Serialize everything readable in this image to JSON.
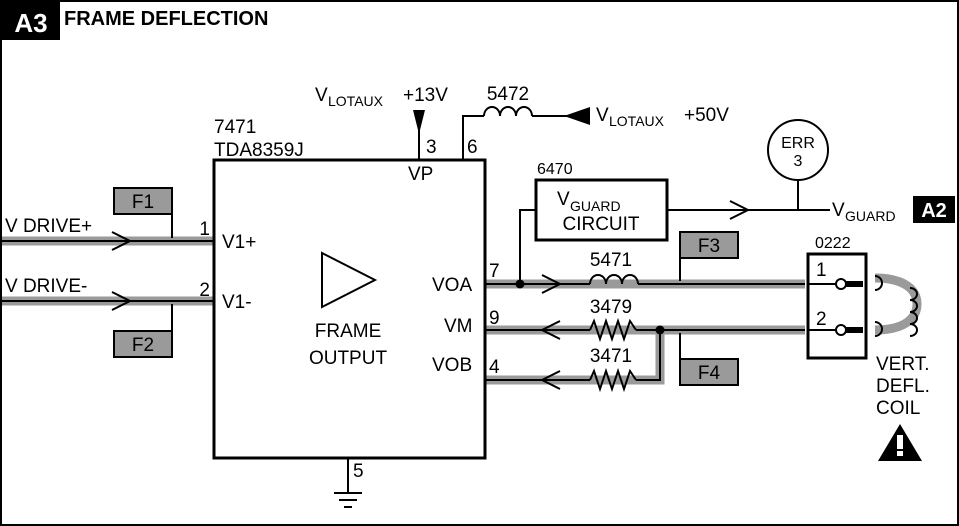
{
  "header": {
    "section_badge": "A3",
    "title": "FRAME DEFLECTION"
  },
  "ic": {
    "ref": "7471",
    "part": "TDA8359J",
    "function_line1": "FRAME",
    "function_line2": "OUTPUT",
    "pins": {
      "v1plus": {
        "num": "1",
        "name": "V1+"
      },
      "v1minus": {
        "num": "2",
        "name": "V1-"
      },
      "vp": {
        "num": "3",
        "name": "VP"
      },
      "pin6": {
        "num": "6"
      },
      "voa": {
        "num": "7",
        "name": "VOA"
      },
      "vm": {
        "num": "9",
        "name": "VM"
      },
      "vob": {
        "num": "4",
        "name": "VOB"
      },
      "gnd": {
        "num": "5"
      }
    }
  },
  "inputs": {
    "v_drive_plus": "V DRIVE+",
    "v_drive_minus": "V DRIVE-"
  },
  "supplies": {
    "lotaux13": {
      "v": "V",
      "sub": "LOTAUX",
      "value": "+13V"
    },
    "lotaux50": {
      "v": "V",
      "sub": "LOTAUX",
      "value": "+50V"
    }
  },
  "components": {
    "coil_5472": "5472",
    "coil_5471": "5471",
    "res_3479": "3479",
    "res_3471": "3471",
    "vguard_block": {
      "ref": "6470",
      "v": "V",
      "sub": "GUARD",
      "line2": "CIRCUIT"
    },
    "connector": {
      "ref": "0222",
      "pin1": "1",
      "pin2": "2"
    }
  },
  "outputs": {
    "vguard": {
      "v": "V",
      "sub": "GUARD",
      "badge": "A2"
    },
    "err": {
      "line1": "ERR",
      "line2": "3"
    },
    "coil_line1": "VERT.",
    "coil_line2": "DEFL.",
    "coil_line3": "COIL"
  },
  "flags": {
    "f1": "F1",
    "f2": "F2",
    "f3": "F3",
    "f4": "F4"
  }
}
